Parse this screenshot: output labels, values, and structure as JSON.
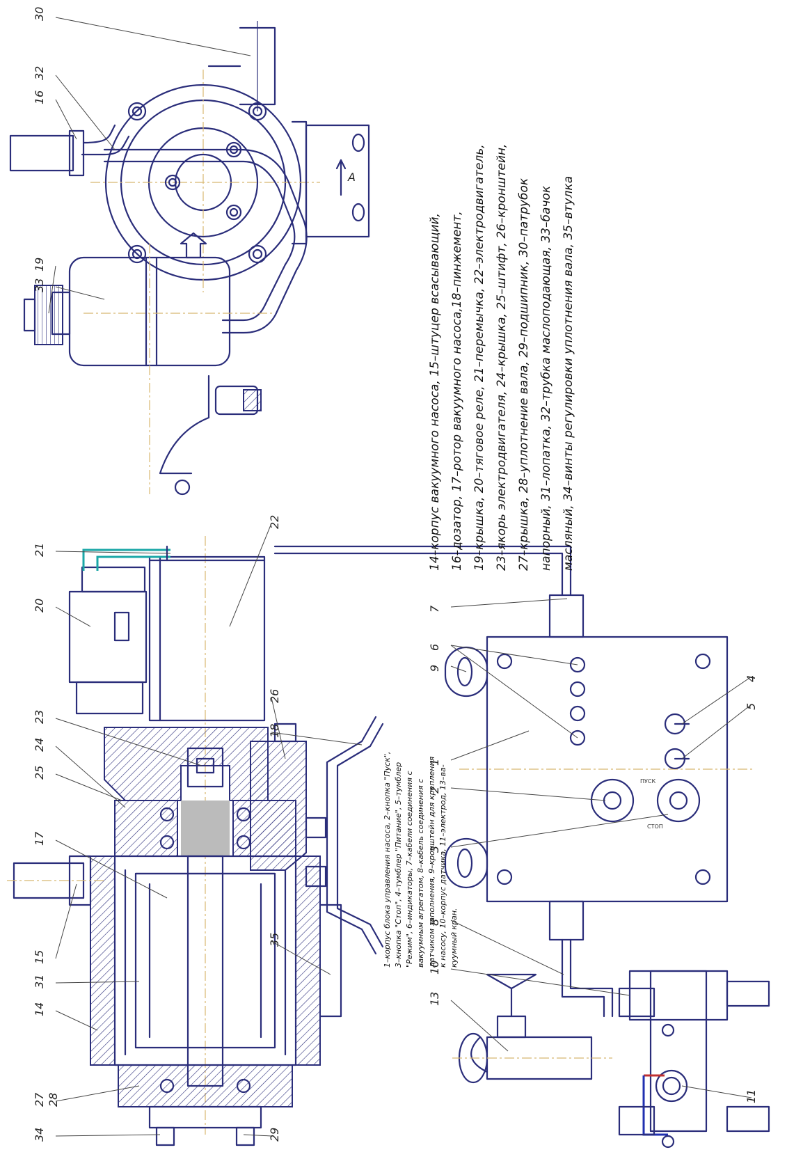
{
  "legend_main": {
    "lines": [
      "14–корпус вакуумного насоса, 15–штуцер всасывающий,",
      "16–дозатор, 17–ротор вакуумного насоса,18–пинжемент,",
      "19–крышка, 20–тяговое реле, 21–перемычка, 22–электродвигатель,",
      "23–якорь электродвигателя, 24–крышка, 25–штифт, 26–кронштейн,",
      "27–крышка, 28–уплотнение вала, 29–подшипник, 30–патрубок",
      "напорный, 31–лопатка, 32–трубка маслоподающая, 33–бачок",
      "масляный, 34–винты регулировки уплотнения вала, 35–втулка"
    ]
  },
  "legend_control": {
    "lines": [
      "1–корпус блока управления насоса, 2–кнопка \"Пуск\",",
      "3–кнопка \"Стоп\", 4–тумблер \"Питание\", 5–тумблер",
      "\"Режим\", 6–индикаторы, 7–кабели соединения с",
      "вакуумным агрегатом, 8–кабель соединения с",
      "датчиком заполнения, 9–кронштейн для крепления",
      "к насосу, 10–корпус датчика, 11–электрод, 13–ва-",
      "куумный кран."
    ]
  },
  "callouts": [
    "30",
    "32",
    "16",
    "19",
    "33",
    "21",
    "22",
    "20",
    "23",
    "24",
    "25",
    "26",
    "18",
    "17",
    "15",
    "31",
    "14",
    "35",
    "27",
    "28",
    "34",
    "29",
    "13",
    "10",
    "8",
    "11",
    "3",
    "2",
    "1",
    "9",
    "6",
    "7",
    "4",
    "5"
  ],
  "view_label": "A",
  "panel": {
    "button_start": "ПУСК",
    "button_stop": "СТОП"
  },
  "colors": {
    "ink": "#2a2d7a",
    "centerline": "#d8b870",
    "cable_cyan": "#1aa7a7",
    "wire_red": "#c03030",
    "wire_blue": "#2030b0"
  }
}
